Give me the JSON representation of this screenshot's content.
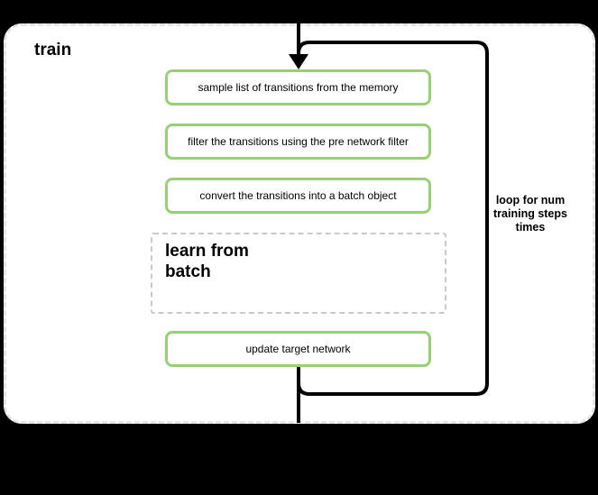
{
  "diagram": {
    "title": "train",
    "steps": [
      {
        "label": "sample list of transitions from the memory"
      },
      {
        "label": "filter the transitions using the pre network filter"
      },
      {
        "label": "convert the transitions into a batch object"
      },
      {
        "label": "update target network"
      }
    ],
    "subprocess": {
      "label": "learn from batch"
    },
    "loop": {
      "label": "loop for num training steps times"
    },
    "colors": {
      "page_background": "#000000",
      "container_fill": "#ffffff",
      "container_border": "#e5e5e5",
      "step_border": "#97d077",
      "subprocess_border": "#c9c9c9",
      "flow_line": "#000000",
      "text": "#000000"
    }
  }
}
